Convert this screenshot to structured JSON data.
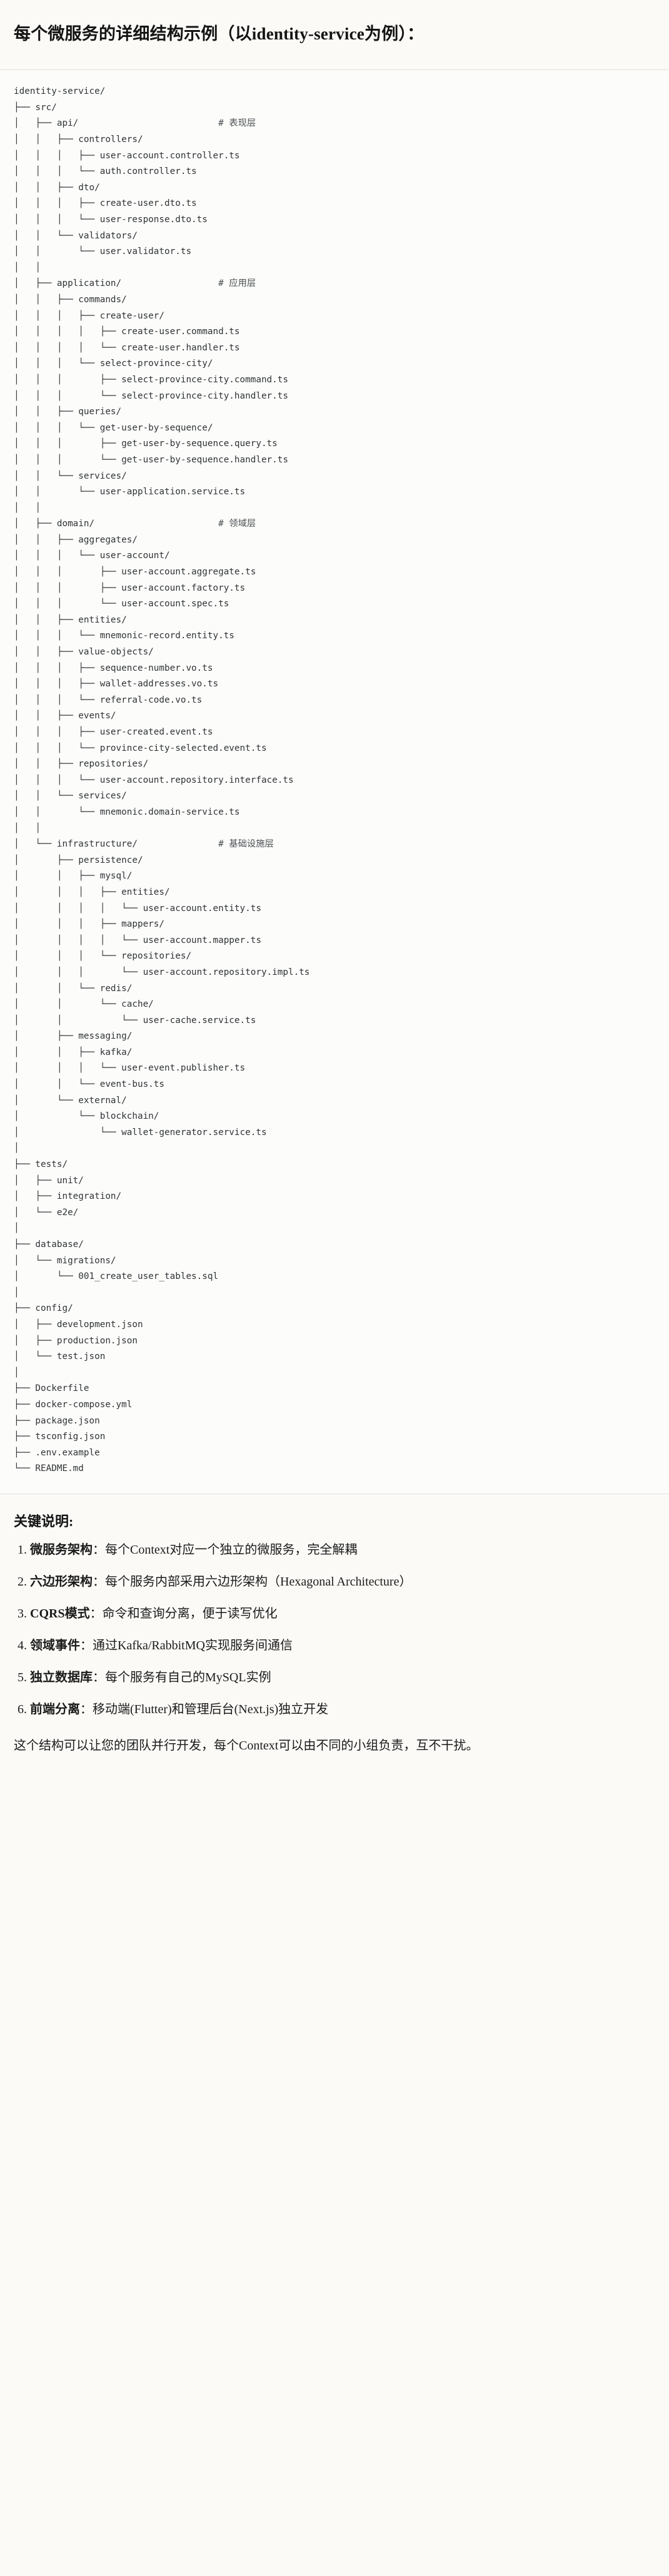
{
  "heading": "每个微服务的详细结构示例（以identity-service为例）：",
  "tree": {
    "root_label": "identity-service/",
    "comment_marker": "#",
    "lines": [
      "identity-service/",
      "├── src/",
      "│   ├── api/                          # 表现层",
      "│   │   ├── controllers/",
      "│   │   │   ├── user-account.controller.ts",
      "│   │   │   └── auth.controller.ts",
      "│   │   ├── dto/",
      "│   │   │   ├── create-user.dto.ts",
      "│   │   │   └── user-response.dto.ts",
      "│   │   └── validators/",
      "│   │       └── user.validator.ts",
      "│   │",
      "│   ├── application/                  # 应用层",
      "│   │   ├── commands/",
      "│   │   │   ├── create-user/",
      "│   │   │   │   ├── create-user.command.ts",
      "│   │   │   │   └── create-user.handler.ts",
      "│   │   │   └── select-province-city/",
      "│   │   │       ├── select-province-city.command.ts",
      "│   │   │       └── select-province-city.handler.ts",
      "│   │   ├── queries/",
      "│   │   │   └── get-user-by-sequence/",
      "│   │   │       ├── get-user-by-sequence.query.ts",
      "│   │   │       └── get-user-by-sequence.handler.ts",
      "│   │   └── services/",
      "│   │       └── user-application.service.ts",
      "│   │",
      "│   ├── domain/                       # 领域层",
      "│   │   ├── aggregates/",
      "│   │   │   └── user-account/",
      "│   │   │       ├── user-account.aggregate.ts",
      "│   │   │       ├── user-account.factory.ts",
      "│   │   │       └── user-account.spec.ts",
      "│   │   ├── entities/",
      "│   │   │   └── mnemonic-record.entity.ts",
      "│   │   ├── value-objects/",
      "│   │   │   ├── sequence-number.vo.ts",
      "│   │   │   ├── wallet-addresses.vo.ts",
      "│   │   │   └── referral-code.vo.ts",
      "│   │   ├── events/",
      "│   │   │   ├── user-created.event.ts",
      "│   │   │   └── province-city-selected.event.ts",
      "│   │   ├── repositories/",
      "│   │   │   └── user-account.repository.interface.ts",
      "│   │   └── services/",
      "│   │       └── mnemonic.domain-service.ts",
      "│   │",
      "│   └── infrastructure/               # 基础设施层",
      "│       ├── persistence/",
      "│       │   ├── mysql/",
      "│       │   │   ├── entities/",
      "│       │   │   │   └── user-account.entity.ts",
      "│       │   │   ├── mappers/",
      "│       │   │   │   └── user-account.mapper.ts",
      "│       │   │   └── repositories/",
      "│       │   │       └── user-account.repository.impl.ts",
      "│       │   └── redis/",
      "│       │       └── cache/",
      "│       │           └── user-cache.service.ts",
      "│       ├── messaging/",
      "│       │   ├── kafka/",
      "│       │   │   └── user-event.publisher.ts",
      "│       │   └── event-bus.ts",
      "│       └── external/",
      "│           └── blockchain/",
      "│               └── wallet-generator.service.ts",
      "│",
      "├── tests/",
      "│   ├── unit/",
      "│   ├── integration/",
      "│   └── e2e/",
      "│",
      "├── database/",
      "│   └── migrations/",
      "│       └── 001_create_user_tables.sql",
      "│",
      "├── config/",
      "│   ├── development.json",
      "│   ├── production.json",
      "│   └── test.json",
      "│",
      "├── Dockerfile",
      "├── docker-compose.yml",
      "├── package.json",
      "├── tsconfig.json",
      "├── .env.example",
      "└── README.md"
    ],
    "layer_comments": [
      {
        "path": "src/api/",
        "comment": "# 表现层"
      },
      {
        "path": "src/application/",
        "comment": "# 应用层"
      },
      {
        "path": "src/domain/",
        "comment": "# 领域层"
      },
      {
        "path": "src/infrastructure/",
        "comment": "# 基础设施层"
      }
    ]
  },
  "notes": {
    "title": "关键说明:",
    "items": [
      {
        "index": "1.",
        "term": "微服务架构",
        "sep": "：",
        "desc": "每个Context对应一个独立的微服务，完全解耦"
      },
      {
        "index": "2.",
        "term": "六边形架构",
        "sep": "：",
        "desc": "每个服务内部采用六边形架构（Hexagonal Architecture）"
      },
      {
        "index": "3.",
        "term": "CQRS模式",
        "sep": "：",
        "desc": "命令和查询分离，便于读写优化"
      },
      {
        "index": "4.",
        "term": "领域事件",
        "sep": "：",
        "desc": "通过Kafka/RabbitMQ实现服务间通信"
      },
      {
        "index": "5.",
        "term": "独立数据库",
        "sep": "：",
        "desc": "每个服务有自己的MySQL实例"
      },
      {
        "index": "6.",
        "term": "前端分离",
        "sep": "：",
        "desc": "移动端(Flutter)和管理后台(Next.js)独立开发"
      }
    ],
    "closing": "这个结构可以让您的团队并行开发，每个Context可以由不同的小组负责，互不干扰。"
  },
  "colors": {
    "page_bg": "#fbfaf7",
    "code_bg": "#fcfcfa",
    "text": "#1a1a1a",
    "code_text": "#2f3336",
    "rule": "#e3e1db"
  }
}
